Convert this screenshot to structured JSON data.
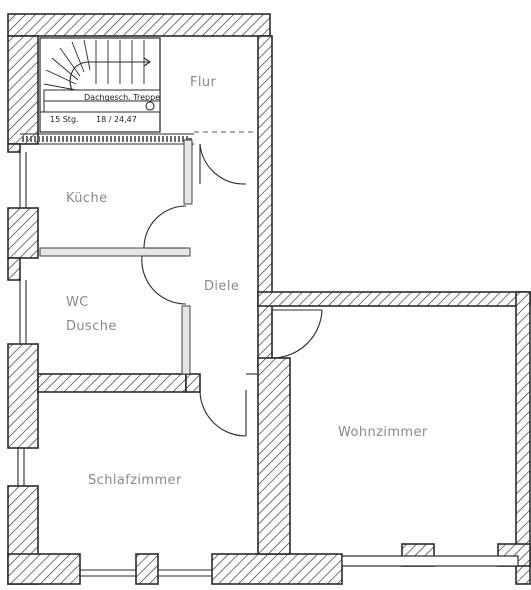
{
  "rooms": {
    "flur": "Flur",
    "kueche": "Küche",
    "wc_dusche_line1": "WC",
    "wc_dusche_line2": "Dusche",
    "diele": "Diele",
    "schlafzimmer": "Schlafzimmer",
    "wohnzimmer": "Wohnzimmer"
  },
  "stair": {
    "annotation": "Dachgesch. Treppe",
    "steps": "15 Stg.",
    "dimensions": "18 / 24,47"
  }
}
